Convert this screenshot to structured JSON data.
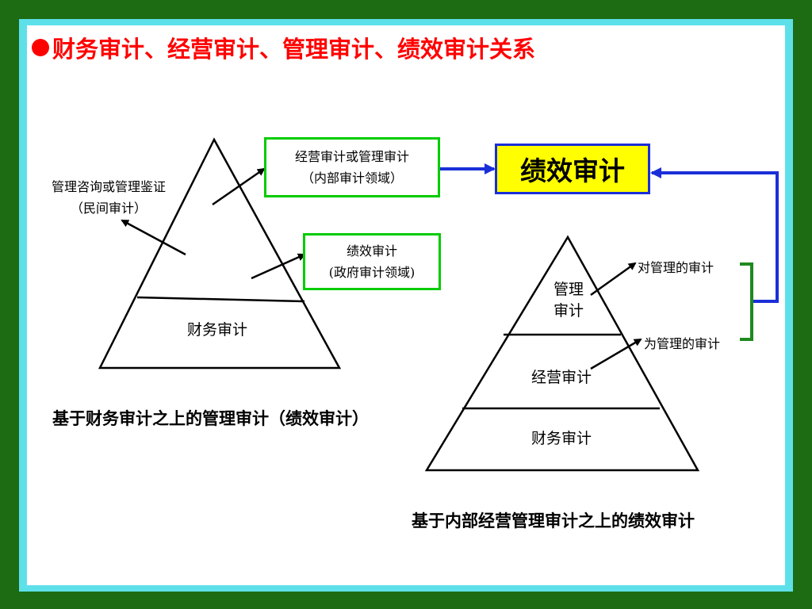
{
  "title": "财务审计、经营审计、管理审计、绩效审计关系",
  "left_pyramid": {
    "base_label": "财务审计",
    "side_label_line1": "管理咨询或管理鉴证",
    "side_label_line2": "（民间审计）",
    "box1_line1": "经营审计或管理审计",
    "box1_line2": "（内部审计领域）",
    "box2_line1": "绩效审计",
    "box2_line2": "(政府审计领域)",
    "caption": "基于财务审计之上的管理审计（绩效审计）"
  },
  "performance_box": "绩效审计",
  "right_pyramid": {
    "top_line1": "管理",
    "top_line2": "审计",
    "middle_label": "经营审计",
    "base_label": "财务审计",
    "label_audit_of_management": "对管理的审计",
    "label_audit_for_management": "为管理的审计",
    "caption": "基于内部经营管理审计之上的绩效审计"
  },
  "colors": {
    "background": "#1d6b12",
    "frame": "#5ee0ea",
    "title": "#ff0000",
    "green_box": "#00cc00",
    "blue_arrow": "#1a2fd8",
    "highlight": "#ffff00",
    "bracket": "#1f8a1f"
  }
}
